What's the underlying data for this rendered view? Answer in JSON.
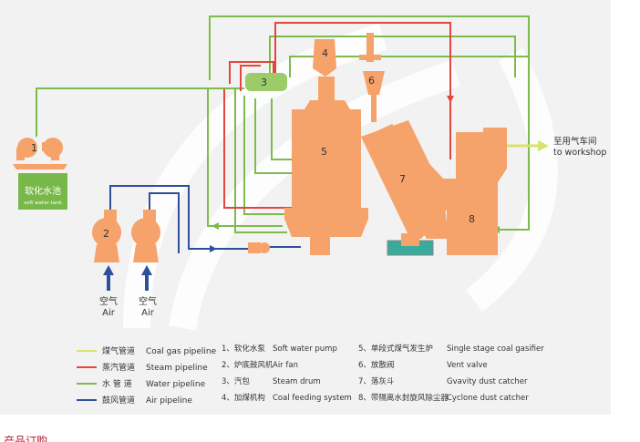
{
  "colors": {
    "panel_bg": "#f2f2f2",
    "equipment": "#f5a36a",
    "coal_gas_line": "#d9e26a",
    "steam_line": "#e2473c",
    "water_line": "#7dbb4c",
    "air_line": "#2f4f9c",
    "tank": "#78b84a",
    "dust_tray": "#3aaa9a"
  },
  "diagram": {
    "units": {
      "u1": "1",
      "u2": "2",
      "u3": "3",
      "u4": "4",
      "u5": "5",
      "u6": "6",
      "u7": "7",
      "u8": "8"
    },
    "tank_label_cn": "软化水池",
    "tank_label_en": "soft water tank",
    "air_cn": "空气",
    "air_en": "Air",
    "workshop_cn": "至用气车间",
    "workshop_en": "to workshop"
  },
  "legend": {
    "lines": [
      {
        "cn": "煤气管道",
        "en": "Coal gas pipeline",
        "color": "#d9e26a"
      },
      {
        "cn": "蒸汽管道",
        "en": "Steam pipeline",
        "color": "#e2473c"
      },
      {
        "cn": "水 管 道",
        "en": "Water pipeline",
        "color": "#7dbb4c"
      },
      {
        "cn": "鼓风管道",
        "en": "Air pipeline",
        "color": "#2f4f9c"
      }
    ],
    "equipment_left": [
      {
        "cn": "1、软化水泵",
        "en": "Soft water pump"
      },
      {
        "cn": "2、炉底鼓风机",
        "en": "Air fan"
      },
      {
        "cn": "3、汽包",
        "en": "Steam drum"
      },
      {
        "cn": "4、加煤机构",
        "en": "Coal feeding system"
      }
    ],
    "equipment_right": [
      {
        "cn": "5、单段式煤气发生炉",
        "en": "Single stage coal gasifier"
      },
      {
        "cn": "6、放散阀",
        "en": "Vent valve"
      },
      {
        "cn": "7、落灰斗",
        "en": "Gvavity dust catcher"
      },
      {
        "cn": "8、带隔离水封旋风除尘器",
        "en": "Cyclone dust catcher"
      }
    ]
  },
  "footer_fragment": "产品订购"
}
